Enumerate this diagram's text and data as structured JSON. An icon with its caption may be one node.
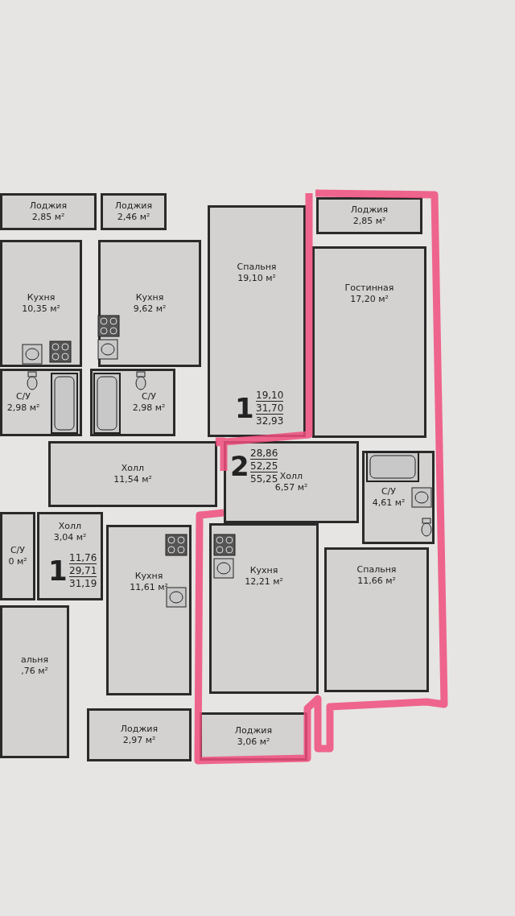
{
  "diagram": {
    "nodes": [
      {
        "text": [
          "Лоджия",
          "2,85 м²"
        ]
      },
      {
        "text": [
          "Лоджия",
          "2,46 м²"
        ]
      },
      {
        "text": [
          "Лоджия",
          "2,85 м²"
        ]
      },
      {
        "text": [
          "Кухня",
          "10,35 м²"
        ]
      },
      {
        "text": [
          "Кухня",
          "9,62 м²"
        ]
      },
      {
        "text": [
          "Спальня",
          "19,10 м²"
        ]
      },
      {
        "text": [
          "Гостинная",
          "17,20 м²"
        ]
      },
      {
        "text": [
          "С/У",
          "2,98 м²"
        ]
      },
      {
        "text": [
          "С/У",
          "2,98 м²"
        ]
      },
      {
        "text": [
          "Холл",
          "11,54 м²"
        ]
      },
      {
        "text": [
          "Холл",
          "6,57 м²"
        ]
      },
      {
        "text": [
          "С/У",
          "4,61 м²"
        ]
      },
      {
        "text": [
          "Холл",
          "3,04 м²"
        ]
      },
      {
        "text": [
          "С/У",
          "0 м²"
        ]
      },
      {
        "text": [
          "Кухня",
          "11,61 м²"
        ]
      },
      {
        "text": [
          "Кухня",
          "12,21 м²"
        ]
      },
      {
        "text": [
          "Спальня",
          "11,66 м²"
        ]
      },
      {
        "text": [
          "альня",
          ",76 м²"
        ]
      },
      {
        "text": [
          "Лоджия",
          "2,97 м²"
        ]
      },
      {
        "text": [
          "Лоджия",
          "3,06 м²"
        ]
      }
    ],
    "labels": [
      "1",
      "19,10",
      "31,70",
      "32,93",
      "2",
      "28,86",
      "52,25",
      "55,25",
      "1",
      "11,76",
      "29,71",
      "31,19"
    ]
  }
}
